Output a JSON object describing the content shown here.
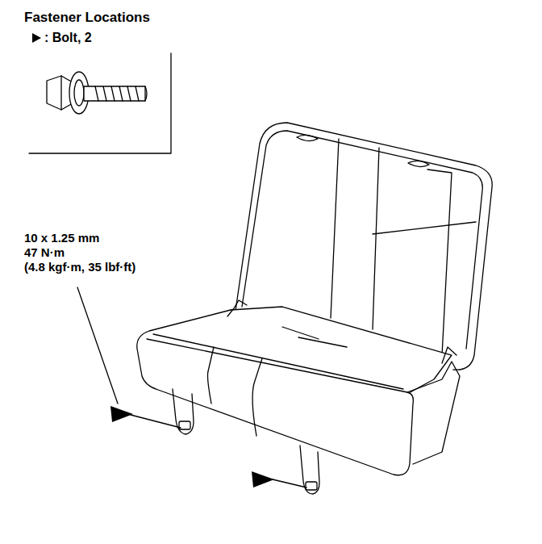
{
  "diagram": {
    "title": "Fastener Locations",
    "labels": [
      ": Bolt, 2",
      "10 x 1.25 mm",
      "47 N·m",
      "(4.8 kgf·m, 35 lbf·ft)"
    ]
  }
}
